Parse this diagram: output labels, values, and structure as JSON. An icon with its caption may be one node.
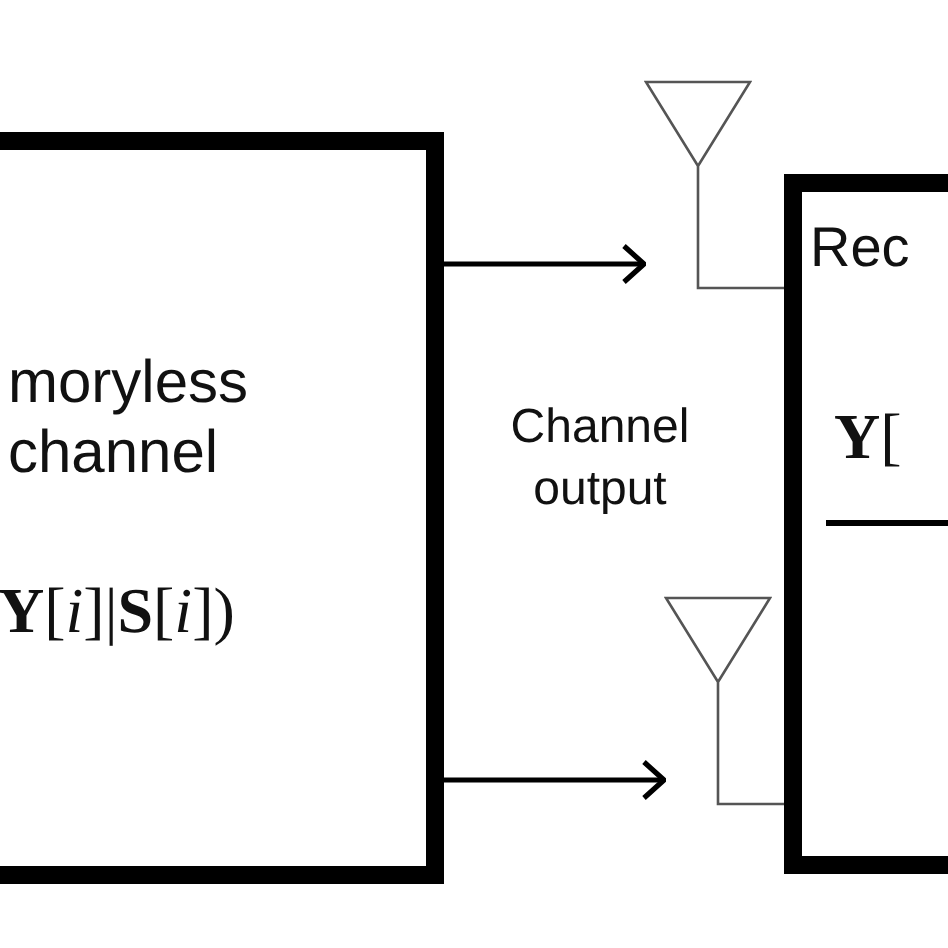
{
  "diagram": {
    "nodes": [
      {
        "text": [
          "moryless channel",
          "**Y**[*i*]|**S**[*i*])"
        ]
      },
      {
        "text": [
          "Rec",
          "**Y**["
        ]
      },
      {
        "text": [],
        "shape": "antenna"
      },
      {
        "text": [],
        "shape": "antenna"
      }
    ],
    "edges": [
      {
        "from": 0,
        "to": 2,
        "arrow": "to"
      },
      {
        "from": 2,
        "to": 1,
        "arrow": "none"
      },
      {
        "from": 0,
        "to": 3,
        "arrow": "to"
      },
      {
        "from": 3,
        "to": 1,
        "arrow": "none"
      }
    ],
    "labels": [
      "Channel output"
    ]
  }
}
